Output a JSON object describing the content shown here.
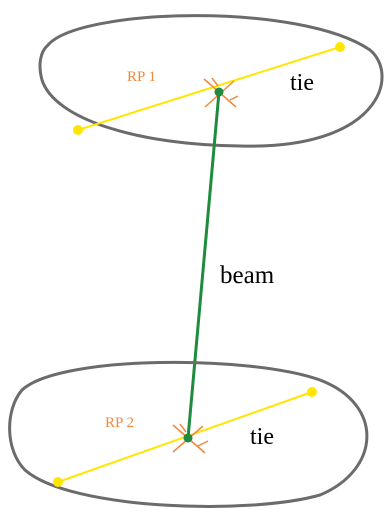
{
  "labels": {
    "rp1": "RP 1",
    "rp2": "RP 2",
    "tie_top": "tie",
    "tie_bottom": "tie",
    "beam": "beam"
  },
  "colors": {
    "ellipse_outline": "#6b6b6b",
    "tie_line": "#ffe600",
    "tie_end_point": "#ffe600",
    "beam": "#1e8c3c",
    "reference_point": "#1e8c3c",
    "rp_marker": "#f0883e",
    "rp_label": "#f0883e",
    "text": "#000000"
  }
}
